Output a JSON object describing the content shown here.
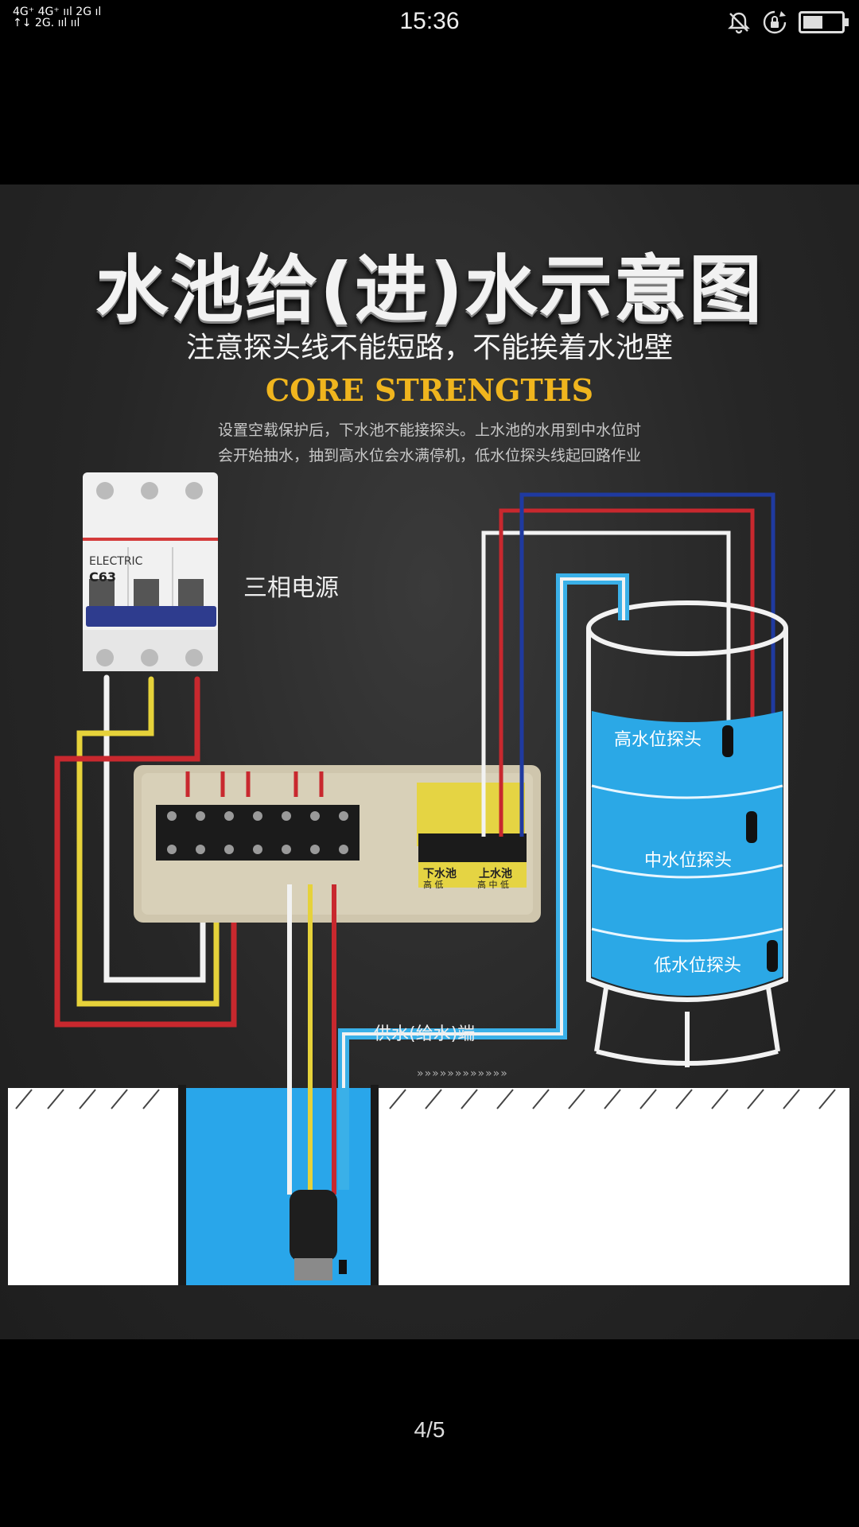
{
  "status_bar": {
    "network_line1": "4G⁺ 4G⁺ ııl 2G ıl",
    "network_line2": "↑↓ 2G. ııl ııl",
    "time": "15:36",
    "icons": [
      "bell-muted-icon",
      "rotation-lock-icon",
      "battery-icon"
    ]
  },
  "diagram": {
    "title": "水池给(进)水示意图",
    "subtitle": "注意探头线不能短路，不能挨着水池壁",
    "core_strengths": "CORE STRENGTHS",
    "description_line1": "设置空载保护后，下水池不能接探头。上水池的水用到中水位时",
    "description_line2": "会开始抽水，抽到高水位会水满停机，低水位探头线起回路作业",
    "power_label": "三相电源",
    "breaker_model": "C63",
    "breaker_brand": "ELECTRIC",
    "high_level_label": "高水位探头",
    "mid_level_label": "中水位探头",
    "low_level_label": "低水位探头",
    "supply_label": "供水(给水)端",
    "flow_arrows": "»»»»»»»»»»»»",
    "terminal_lower_pool": "下水池",
    "terminal_lower_marks": "高 低",
    "terminal_upper_pool": "上水池",
    "terminal_upper_marks": "高 中 低",
    "colors": {
      "wire_red": "#c8282e",
      "wire_yellow": "#e6d23a",
      "wire_white": "#f2f2f2",
      "wire_blue": "#1f3aa0",
      "pipe_blue": "#3ab0e8",
      "water": "#2aa7e6",
      "accent_gold": "#f0b51e"
    }
  },
  "pager": {
    "text": "4/5"
  }
}
